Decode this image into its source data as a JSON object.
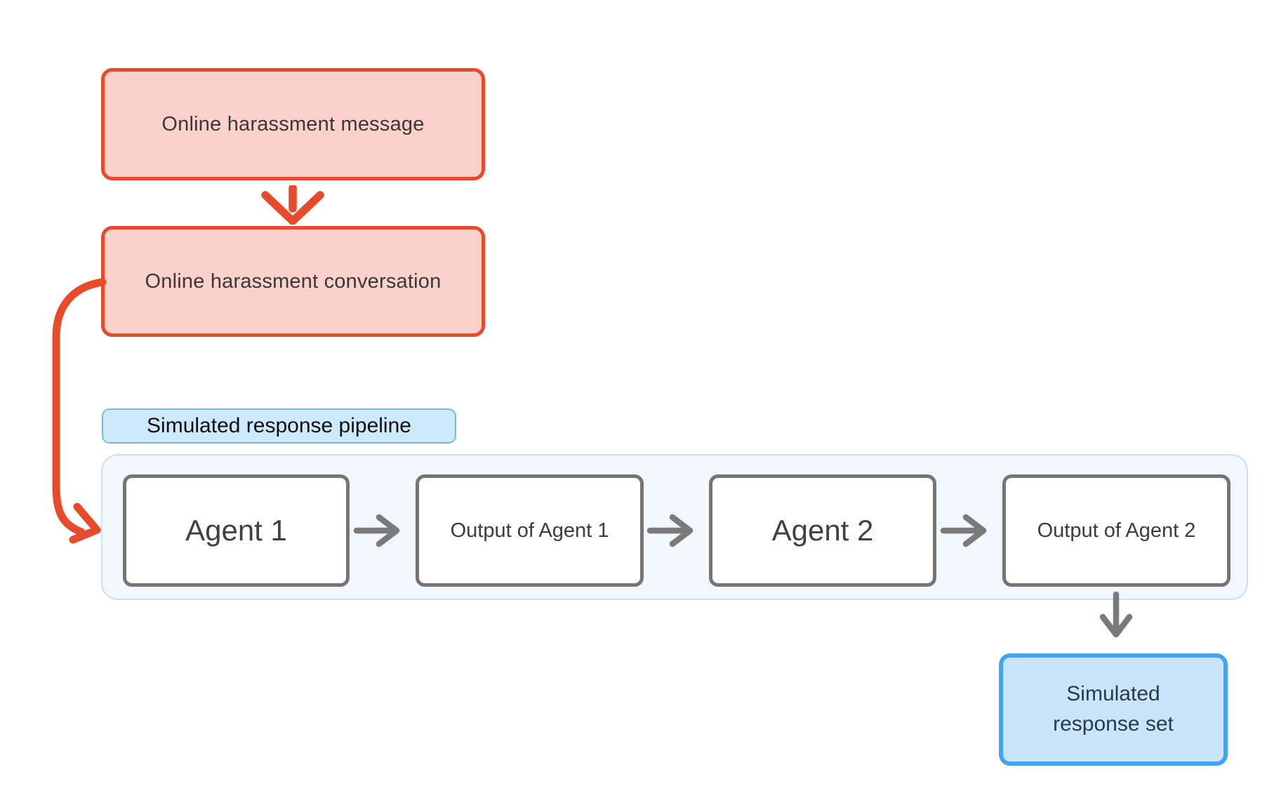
{
  "nodes": {
    "harassment_message": "Online harassment message",
    "harassment_conversation": "Online harassment conversation",
    "pipeline_badge": "Simulated response pipeline",
    "agent1": "Agent 1",
    "agent1_output": "Output of Agent 1",
    "agent2": "Agent 2",
    "agent2_output": "Output of Agent 2",
    "response_set_line1": "Simulated",
    "response_set_line2": "response set"
  },
  "icons": {
    "red_down_arrow": "down-arrow",
    "red_curved_arrow": "curved-down-right-arrow",
    "gray_right_arrow": "right-arrow",
    "gray_down_arrow": "down-arrow"
  },
  "colors": {
    "red_border": "#E84A2C",
    "red_fill": "#FBD2CB",
    "blue_border": "#42A4F5",
    "blue_fill": "#C9E5FB",
    "badge_fill": "#CDE9FC",
    "badge_border": "#6FBCE9",
    "container_fill": "#F0F7FD",
    "container_border": "#C8E1F3",
    "gray_node_border": "#757575",
    "arrow_gray": "#7A7A7A",
    "text_dark": "#3B3734",
    "background": "#FFFFFF"
  }
}
